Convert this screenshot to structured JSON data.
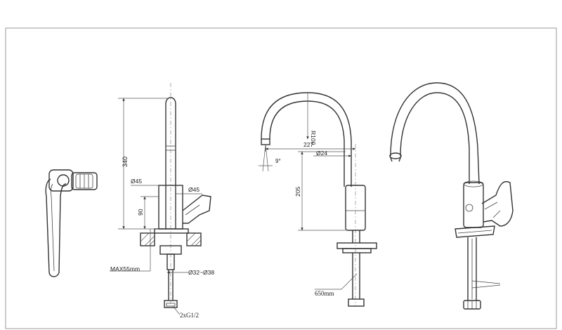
{
  "dimensions": {
    "height_total": "340",
    "d45_left": "Ø45",
    "d45_right": "Ø45",
    "h90": "90",
    "max_thickness": "MAX55mm",
    "hole_range": "Ø32~Ø38",
    "hose_thread": "2xG1/2",
    "radius": "R100",
    "reach": "227",
    "d24": "Ø24",
    "h205": "205",
    "angle": "9°",
    "hose_length": "650mm"
  },
  "colors": {
    "line": "#333333",
    "border": "#999999",
    "background": "#ffffff"
  }
}
